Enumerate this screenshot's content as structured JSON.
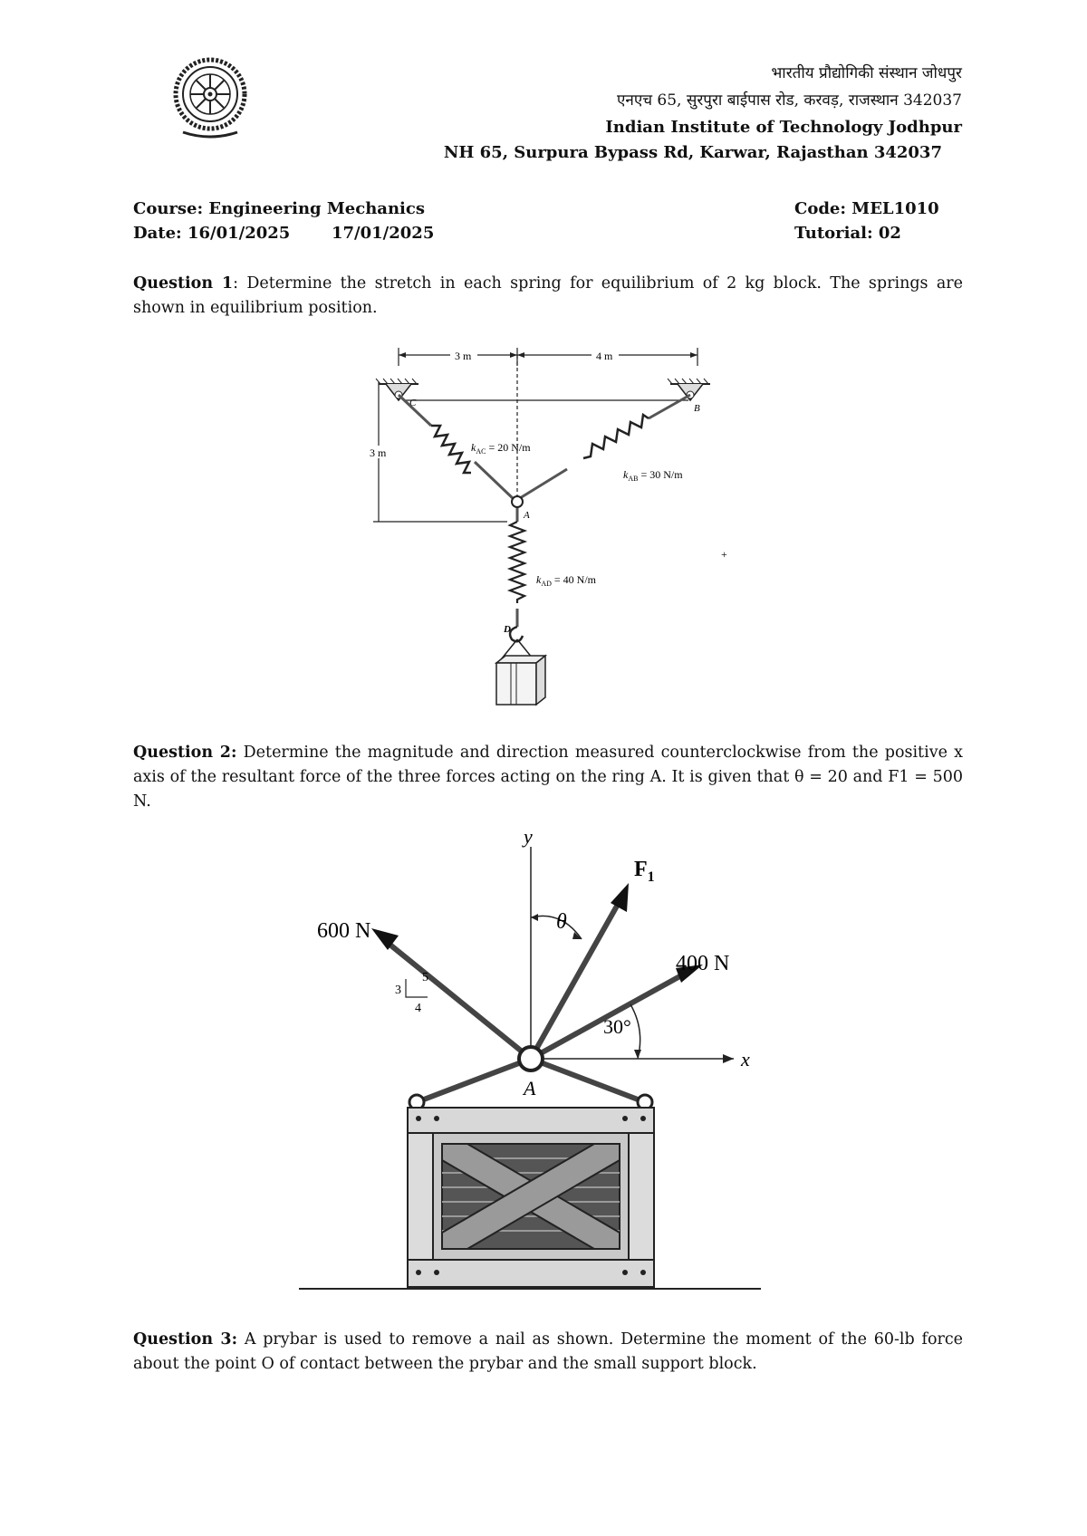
{
  "header": {
    "hindi_name": "भारतीय प्रौद्योगिकी संस्थान जोधपुर",
    "hindi_address": "एनएच 65, सुरपुरा बाईपास रोड, करवड़, राजस्थान 342037",
    "english_name": "Indian Institute of Technology Jodhpur",
    "english_address": "NH 65, Surpura Bypass Rd, Karwar, Rajasthan 342037"
  },
  "course": {
    "course_label": "Course: Engineering Mechanics",
    "code_label": "Code: MEL1010",
    "date_label": "Date: 16/01/2025",
    "date_alt": "17/01/2025",
    "tutorial_label": "Tutorial: 02"
  },
  "questions": [
    {
      "title": "Question 1",
      "text": ": Determine the stretch in each spring for equilibrium of 2 kg block. The springs are shown in equilibrium position."
    },
    {
      "title": "Question 2:",
      "text": " Determine the magnitude and direction measured counterclockwise from the positive x axis of the resultant force of the three forces acting on the ring A. It is given that θ = 20 and F1 = 500 N."
    },
    {
      "title": "Question 3:",
      "text": " A prybar is used to remove a nail as shown. Determine the moment of the 60-lb force about the point O of contact between the prybar and the small support block."
    }
  ],
  "figure1": {
    "dim_3m_top": "3 m",
    "dim_4m": "4 m",
    "dim_3m_left": "3 m",
    "label_C": "C",
    "label_B": "B",
    "label_A": "A",
    "label_D": "D",
    "k_AC": "k",
    "k_AC_sub": "AC",
    "k_AC_val": " = 20 N/m",
    "k_AB": "k",
    "k_AB_sub": "AB",
    "k_AB_val": " = 30 N/m",
    "k_AD": "k",
    "k_AD_sub": "AD",
    "k_AD_val": " = 40 N/m"
  },
  "figure2": {
    "axis_y": "y",
    "axis_x": "x",
    "theta": "θ",
    "F1": "F",
    "F1_sub": "1",
    "force_600": "600 N",
    "force_400": "400 N",
    "angle_30": "30°",
    "tri_3": "3",
    "tri_4": "4",
    "tri_5": "5",
    "label_A": "A"
  }
}
